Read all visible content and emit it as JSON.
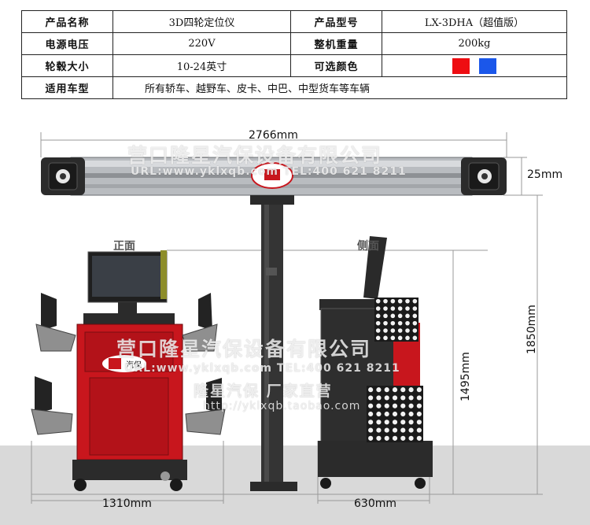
{
  "specs": {
    "rows": [
      {
        "l1": "产品名称",
        "v1": "3D四轮定位仪",
        "l2": "产品型号",
        "v2": "LX-3DHA（超值版）"
      },
      {
        "l1": "电源电压",
        "v1": "220V",
        "l2": "整机重量",
        "v2": "200kg"
      },
      {
        "l1": "轮毂大小",
        "v1": "10-24英寸",
        "l2": "可选颜色"
      }
    ],
    "vehicle_label": "适用车型",
    "vehicle_value": "所有轿车、越野车、皮卡、中巴、中型货车等车辆",
    "color_options": [
      "#ee0d12",
      "#1b57ea"
    ]
  },
  "dimensions": {
    "beam_width": "2766mm",
    "camera_height": "25mm",
    "total_height": "1850mm",
    "cabinet_height": "1495mm",
    "front_width": "1310mm",
    "side_width": "630mm"
  },
  "views": {
    "front": "正面",
    "side": "侧面"
  },
  "watermark": {
    "company": "营口隆星汽保设备有限公司",
    "url_line": "URL:www.yklxqb.com   TEL:400 621 8211",
    "company_2": "营口隆星汽保设备有限公司",
    "url_line_2": "URL:www.yklxqb.com   TEL:400 621 8211",
    "brand": "隆星汽保  厂家直营",
    "shop": "http://yklxqb.taobao.com"
  },
  "logo": {
    "text": "汽保"
  },
  "colors": {
    "cabinet": "#c8161d",
    "frame": "#2b2b2b",
    "beam": "#b9bcc0"
  }
}
